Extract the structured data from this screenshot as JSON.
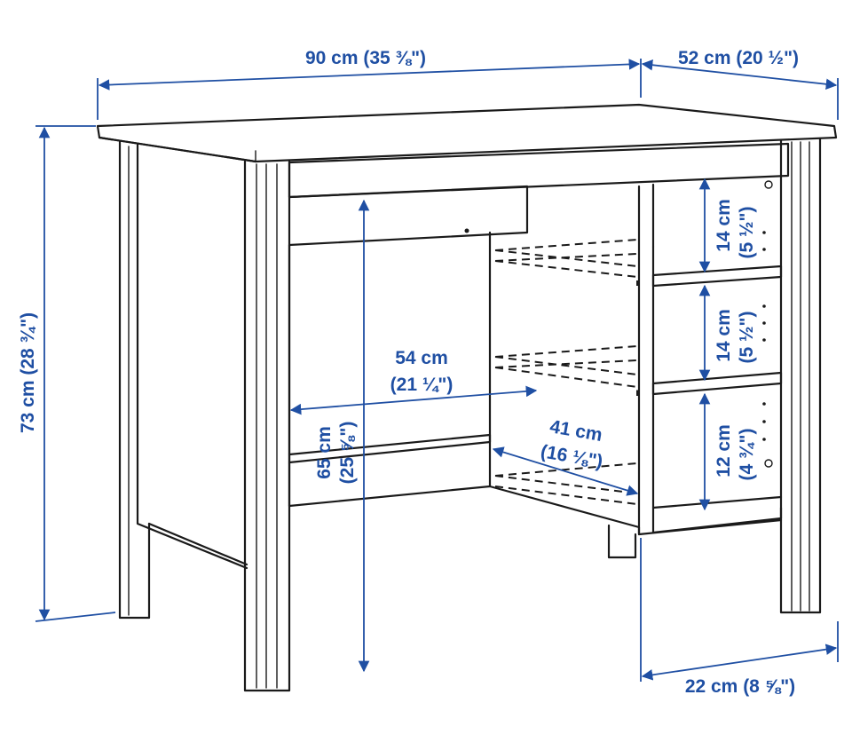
{
  "colors": {
    "dimension": "#1f4fa3",
    "line": "#1a1a1a",
    "background": "#ffffff"
  },
  "dimensions": {
    "width": "90 cm (35 ⅜\")",
    "depth": "52 cm (20 ½\")",
    "height": "73 cm (28 ¾\")",
    "knee_height_cm": "65 cm",
    "knee_height_in": "(25 ⅝\")",
    "knee_width_cm": "54 cm",
    "knee_width_in": "(21 ¼\")",
    "knee_depth_cm": "41 cm",
    "knee_depth_in": "(16 ⅛\")",
    "shelf_top_cm": "14 cm",
    "shelf_top_in": "(5 ½\")",
    "shelf_mid_cm": "14 cm",
    "shelf_mid_in": "(5 ½\")",
    "shelf_bottom_cm": "12 cm",
    "shelf_bottom_in": "(4 ¾\")",
    "shelf_depth": "22 cm (8 ⅝\")"
  }
}
